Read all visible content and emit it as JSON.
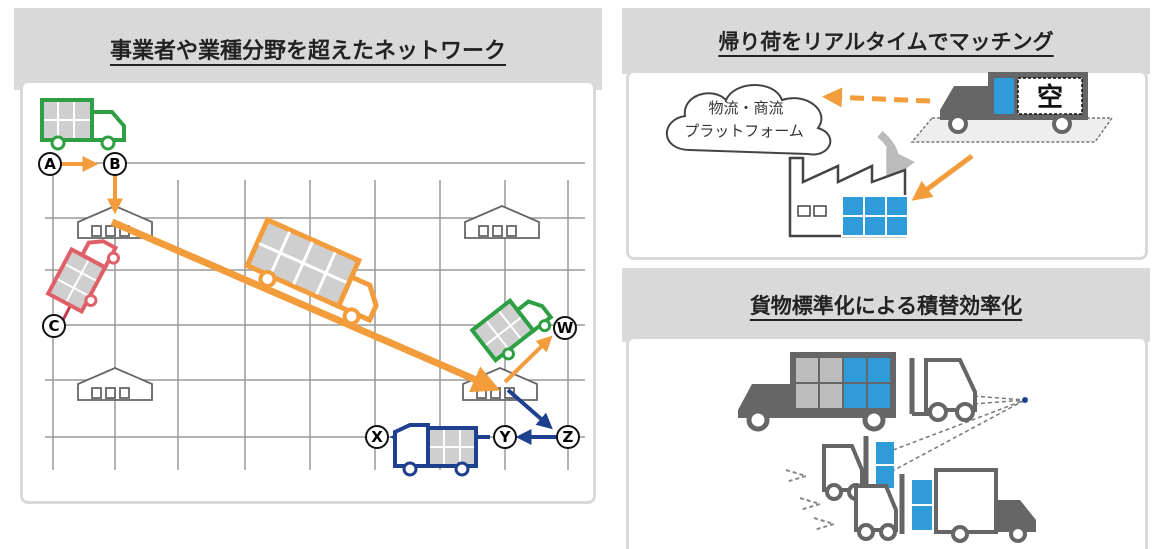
{
  "network_panel": {
    "title": "事業者や業種分野を超えたネットワーク",
    "nodes": {
      "a": "A",
      "b": "B",
      "c": "C",
      "w": "W",
      "x": "X",
      "y": "Y",
      "z": "Z"
    },
    "icons": [
      "green-truck-icon",
      "orange-truck-icon",
      "red-truck-icon",
      "blue-truck-icon",
      "warehouse-icon"
    ]
  },
  "matching_panel": {
    "title": "帰り荷をリアルタイムでマッチング",
    "cloud_line1": "物流・商流",
    "cloud_line2": "プラットフォーム",
    "empty_label": "空",
    "icons": [
      "cloud-icon",
      "truck-icon",
      "factory-icon",
      "cargo-icon"
    ]
  },
  "standardization_panel": {
    "title": "貨物標準化による積替効率化",
    "icons": [
      "truck-icon",
      "forklift-icon",
      "pallet-icon"
    ]
  },
  "colors": {
    "orange": "#f39c3c",
    "green": "#2ea043",
    "red": "#e0606a",
    "blue": "#1f3f8f",
    "light_blue": "#2f9bd8",
    "gray": "#555555",
    "header_gray": "#d9d9d9"
  }
}
